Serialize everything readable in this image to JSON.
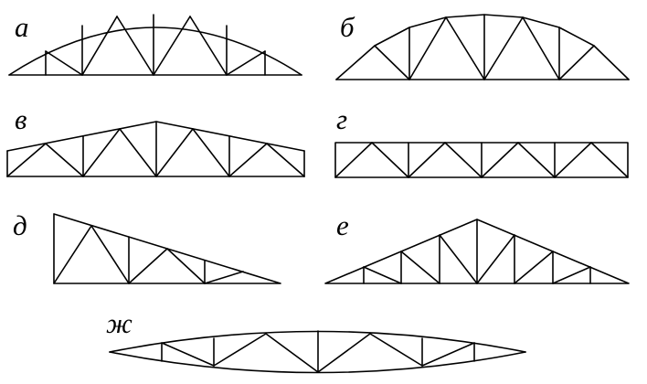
{
  "figure": {
    "stroke_color": "#000000",
    "background_color": "#ffffff",
    "trusses": [
      {
        "id": "a",
        "label": "а",
        "shape": "segmental-arch-truss"
      },
      {
        "id": "b",
        "label": "б",
        "shape": "polygonal-arch-truss"
      },
      {
        "id": "v",
        "label": "в",
        "shape": "low-pitch-trapezoid-truss"
      },
      {
        "id": "g",
        "label": "г",
        "shape": "parallel-chord-truss"
      },
      {
        "id": "d",
        "label": "д",
        "shape": "mono-pitch-truss"
      },
      {
        "id": "e",
        "label": "е",
        "shape": "triangular-truss"
      },
      {
        "id": "zh",
        "label": "ж",
        "shape": "lenticular-truss"
      }
    ]
  }
}
